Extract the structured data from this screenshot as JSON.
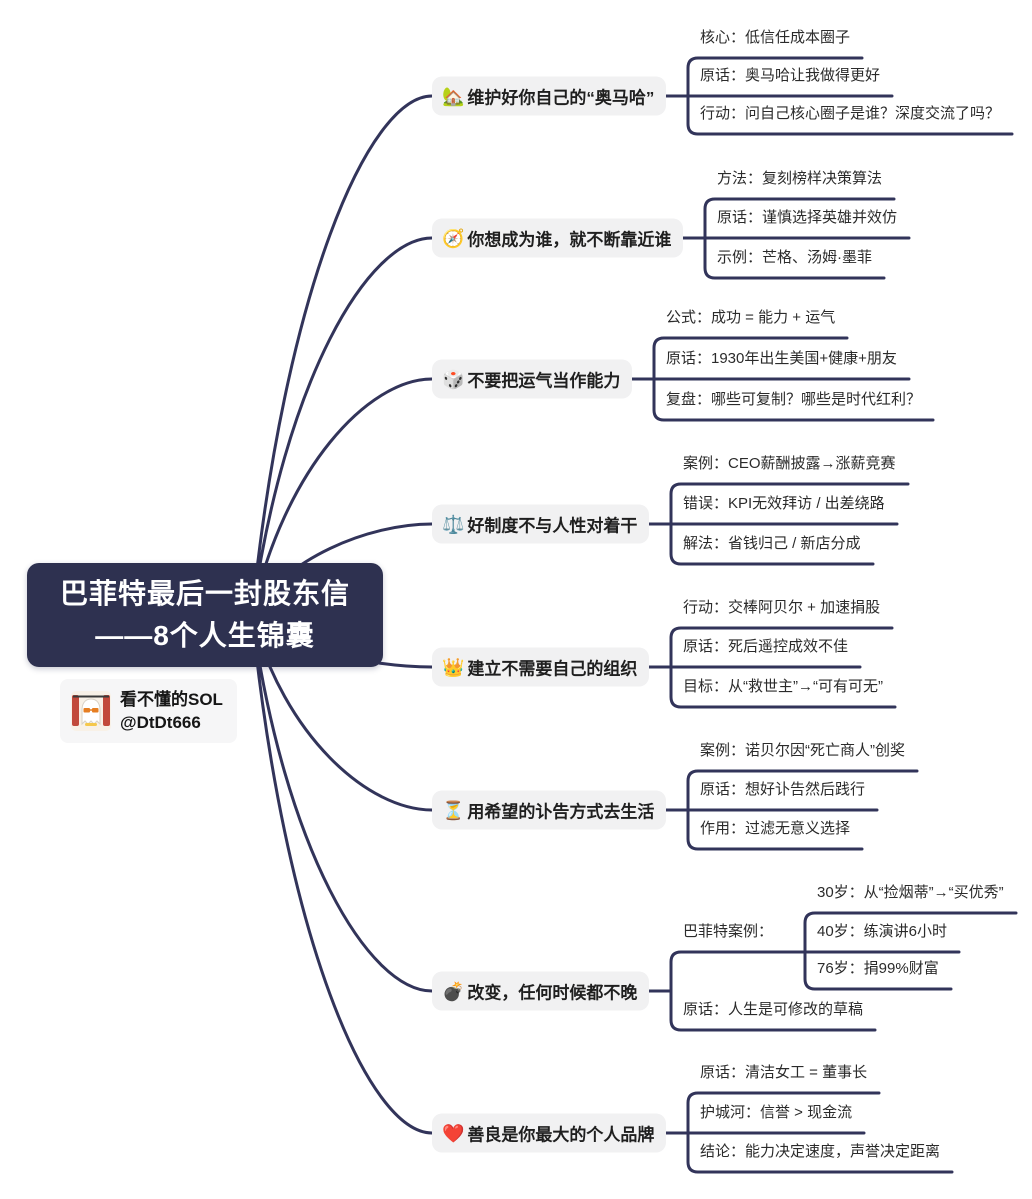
{
  "central": {
    "line1": "巴菲特最后一封股东信",
    "line2": "——8个人生锦囊"
  },
  "author": {
    "name": "看不懂的SOL",
    "handle": "@DtDt666",
    "avatar": "ghost-with-sunglasses"
  },
  "colors": {
    "line": "#32345A",
    "central_bg": "#2E3150",
    "central_text": "#FFFFFF",
    "topic_bg": "#F1F1F2",
    "text": "#2B2B2B",
    "card_bg": "#F6F6F7"
  },
  "branches": [
    {
      "icon": "🏡",
      "icon_name": "house-icon",
      "title": "维护好你自己的“奥马哈”",
      "children": [
        {
          "label": "核心：低信任成本圈子"
        },
        {
          "label": "原话：奥马哈让我做得更好"
        },
        {
          "label": "行动：问自己核心圈子是谁？深度交流了吗？"
        }
      ]
    },
    {
      "icon": "🧭",
      "icon_name": "compass-icon",
      "title": "你想成为谁，就不断靠近谁",
      "children": [
        {
          "label": "方法：复刻榜样决策算法"
        },
        {
          "label": "原话：谨慎选择英雄并效仿"
        },
        {
          "label": "示例：芒格、汤姆·墨菲"
        }
      ]
    },
    {
      "icon": "🎲",
      "icon_name": "die-icon",
      "title": "不要把运气当作能力",
      "children": [
        {
          "label": "公式：成功 = 能力 + 运气"
        },
        {
          "label": "原话：1930年出生美国+健康+朋友"
        },
        {
          "label": "复盘：哪些可复制？哪些是时代红利？"
        }
      ]
    },
    {
      "icon": "⚖️",
      "icon_name": "scales-icon",
      "title": "好制度不与人性对着干",
      "children": [
        {
          "label": "案例：CEO薪酬披露→涨薪竞赛"
        },
        {
          "label": "错误：KPI无效拜访 / 出差绕路"
        },
        {
          "label": "解法：省钱归己 / 新店分成"
        }
      ]
    },
    {
      "icon": "👑",
      "icon_name": "crown-icon",
      "title": "建立不需要自己的组织",
      "children": [
        {
          "label": "行动：交棒阿贝尔 + 加速捐股"
        },
        {
          "label": "原话：死后遥控成效不佳"
        },
        {
          "label": "目标：从“救世主”→“可有可无”"
        }
      ]
    },
    {
      "icon": "⏳",
      "icon_name": "hourglass-icon",
      "title": "用希望的讣告方式去生活",
      "children": [
        {
          "label": "案例：诺贝尔因“死亡商人”创奖"
        },
        {
          "label": "原话：想好讣告然后践行"
        },
        {
          "label": "作用：过滤无意义选择"
        }
      ]
    },
    {
      "icon": "💣",
      "icon_name": "bomb-icon",
      "title": "改变，任何时候都不晚",
      "children": [
        {
          "label": "巴菲特案例：",
          "children": [
            {
              "label": "30岁：从“捡烟蒂”→“买优秀”"
            },
            {
              "label": "40岁：练演讲6小时"
            },
            {
              "label": "76岁：捐99%财富"
            }
          ]
        },
        {
          "label": "原话：人生是可修改的草稿"
        }
      ]
    },
    {
      "icon": "❤️",
      "icon_name": "heart-icon",
      "title": "善良是你最大的个人品牌",
      "children": [
        {
          "label": "原话：清洁女工 = 董事长"
        },
        {
          "label": "护城河：信誉 > 现金流"
        },
        {
          "label": "结论：能力决定速度，声誉决定距离"
        }
      ]
    }
  ]
}
